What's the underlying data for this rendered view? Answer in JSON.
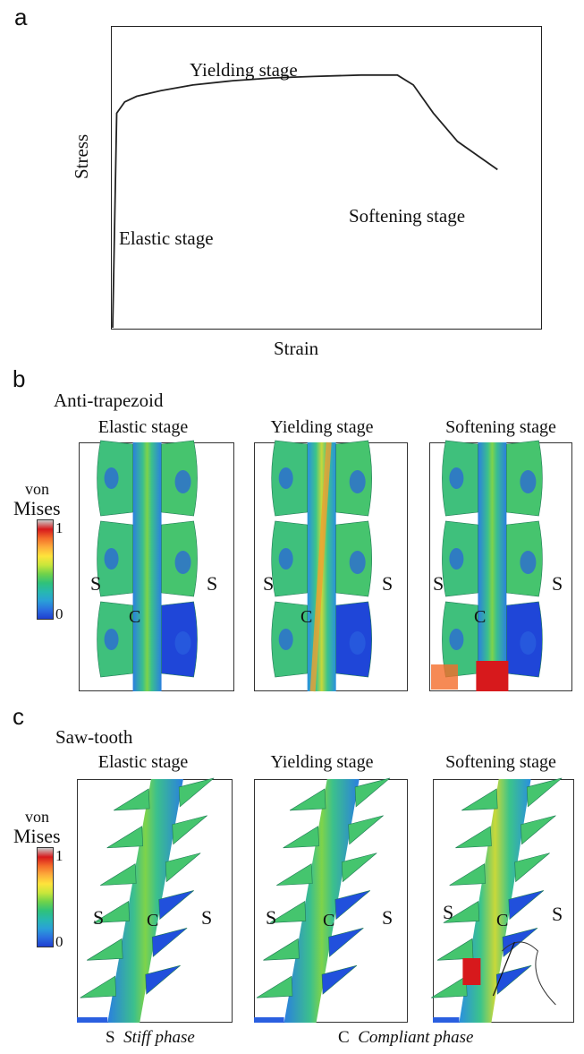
{
  "panels": {
    "a": {
      "label": "a",
      "xlabel": "Strain",
      "ylabel": "Stress",
      "annotations": {
        "yielding": "Yielding stage",
        "elastic": "Elastic stage",
        "softening": "Softening stage"
      }
    },
    "b": {
      "label": "b",
      "title": "Anti-trapezoid",
      "stages": [
        "Elastic stage",
        "Yielding stage",
        "Softening stage"
      ]
    },
    "c": {
      "label": "c",
      "title": "Saw-tooth",
      "stages": [
        "Elastic stage",
        "Yielding stage",
        "Softening stage"
      ]
    }
  },
  "colorbar": {
    "title_line1": "von",
    "title_line2": "Mises",
    "max": "1",
    "min": "0",
    "colors": [
      "#c9c9c9",
      "#d7191c",
      "#f46d2a",
      "#fdae3b",
      "#fee43b",
      "#c8e63b",
      "#6fd24a",
      "#2fc27a",
      "#27b8b0",
      "#2aa0d8",
      "#2b6fe0",
      "#1f3fd0"
    ]
  },
  "phase_labels": {
    "stiff": "S",
    "compliant": "C"
  },
  "legend": {
    "stiff_symbol": "S",
    "stiff_text": "Stiff phase",
    "compliant_symbol": "C",
    "compliant_text": "Compliant phase"
  },
  "chart_data": {
    "type": "line",
    "title": "",
    "xlabel": "Strain",
    "ylabel": "Stress",
    "x": [
      0,
      0.01,
      0.03,
      0.06,
      0.12,
      0.2,
      0.3,
      0.4,
      0.5,
      0.62,
      0.71,
      0.75,
      0.8,
      0.86,
      0.9,
      0.96
    ],
    "y": [
      0,
      0.76,
      0.8,
      0.82,
      0.84,
      0.86,
      0.875,
      0.885,
      0.89,
      0.895,
      0.895,
      0.86,
      0.76,
      0.66,
      0.62,
      0.56
    ],
    "grid": false
  }
}
